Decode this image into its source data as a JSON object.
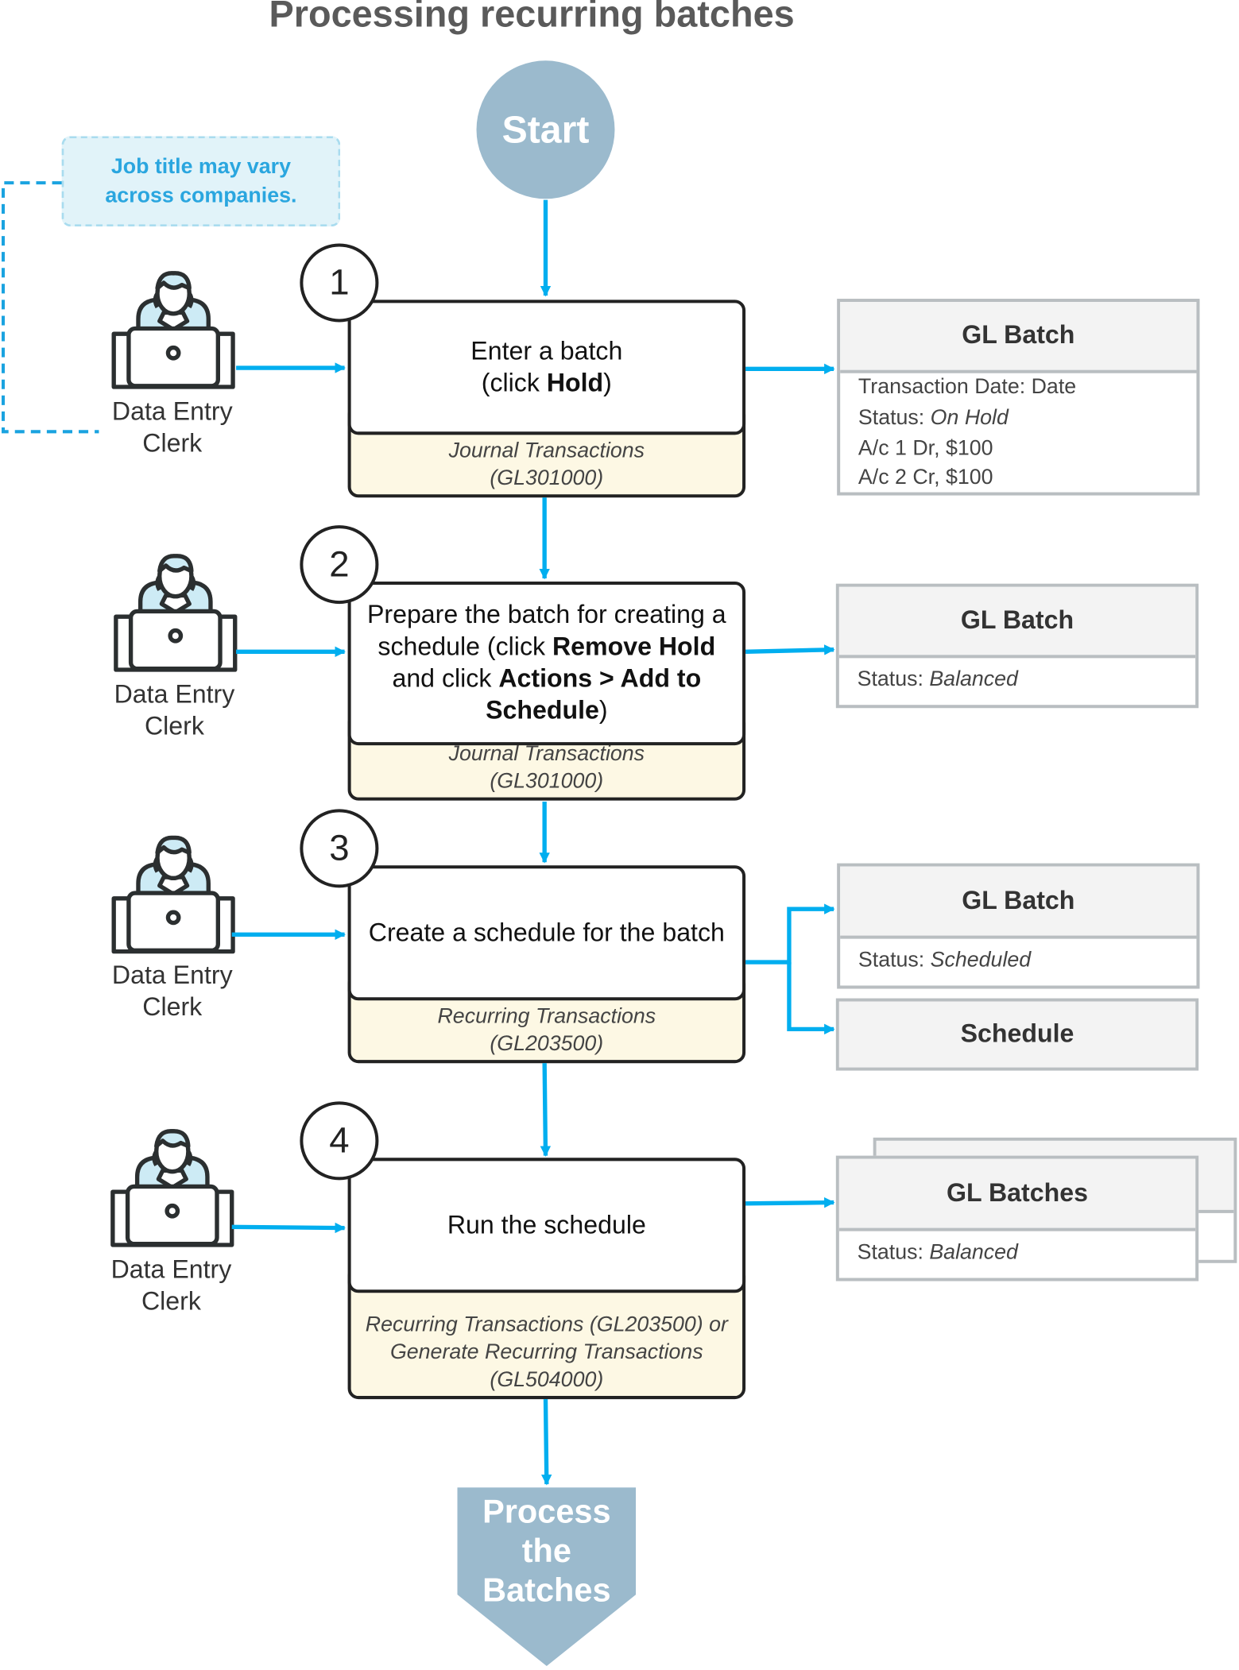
{
  "title": "Processing recurring batches",
  "start_label": "Start",
  "note": {
    "line1": "Job title may vary",
    "line2": "across companies."
  },
  "colors": {
    "accent": "#00aeef",
    "node": "#9bbacd",
    "footer_bg": "#fdf8e4",
    "note_text": "#2aa6df"
  },
  "steps": [
    {
      "number": "1",
      "role": {
        "line1": "Data Entry",
        "line2": "Clerk",
        "icon": "clerk-laptop-icon"
      },
      "action_html_parts": [
        "Enter a batch",
        "(click ",
        "Hold",
        ")"
      ],
      "form": {
        "line1": "Journal Transactions",
        "line2": "(GL301000)"
      }
    },
    {
      "number": "2",
      "role": {
        "line1": "Data Entry",
        "line2": "Clerk",
        "icon": "clerk-laptop-icon"
      },
      "action_parts": [
        "Prepare the batch for creating a schedule (click ",
        "Remove Hold",
        " and click ",
        "Actions > Add to Schedule",
        ")"
      ],
      "form": {
        "line1": "Journal Transactions",
        "line2": "(GL301000)"
      }
    },
    {
      "number": "3",
      "role": {
        "line1": "Data Entry",
        "line2": "Clerk",
        "icon": "clerk-laptop-icon"
      },
      "action": "Create a schedule for the batch",
      "form": {
        "line1": "Recurring Transactions",
        "line2": "(GL203500)"
      }
    },
    {
      "number": "4",
      "role": {
        "line1": "Data Entry",
        "line2": "Clerk",
        "icon": "clerk-laptop-icon"
      },
      "action": "Run the schedule",
      "form": {
        "line1": "Recurring Transactions (GL203500) or",
        "line2": "Generate Recurring Transactions",
        "line3": "(GL504000)"
      }
    }
  ],
  "outputs": {
    "o1": {
      "title": "GL Batch",
      "lines": [
        "Transaction Date: Date",
        "Status: ",
        "On Hold",
        "A/c 1 Dr, $100",
        "A/c 2 Cr, $100"
      ]
    },
    "o2": {
      "title": "GL Batch",
      "status_label": "Status: ",
      "status": "Balanced"
    },
    "o3": {
      "title": "GL Batch",
      "status_label": "Status: ",
      "status": "Scheduled"
    },
    "o3b": {
      "title": "Schedule"
    },
    "o4": {
      "title": "GL Batches",
      "status_label": "Status: ",
      "status": "Balanced"
    }
  },
  "end_label": {
    "line1": "Process",
    "line2": "the",
    "line3": "Batches"
  }
}
